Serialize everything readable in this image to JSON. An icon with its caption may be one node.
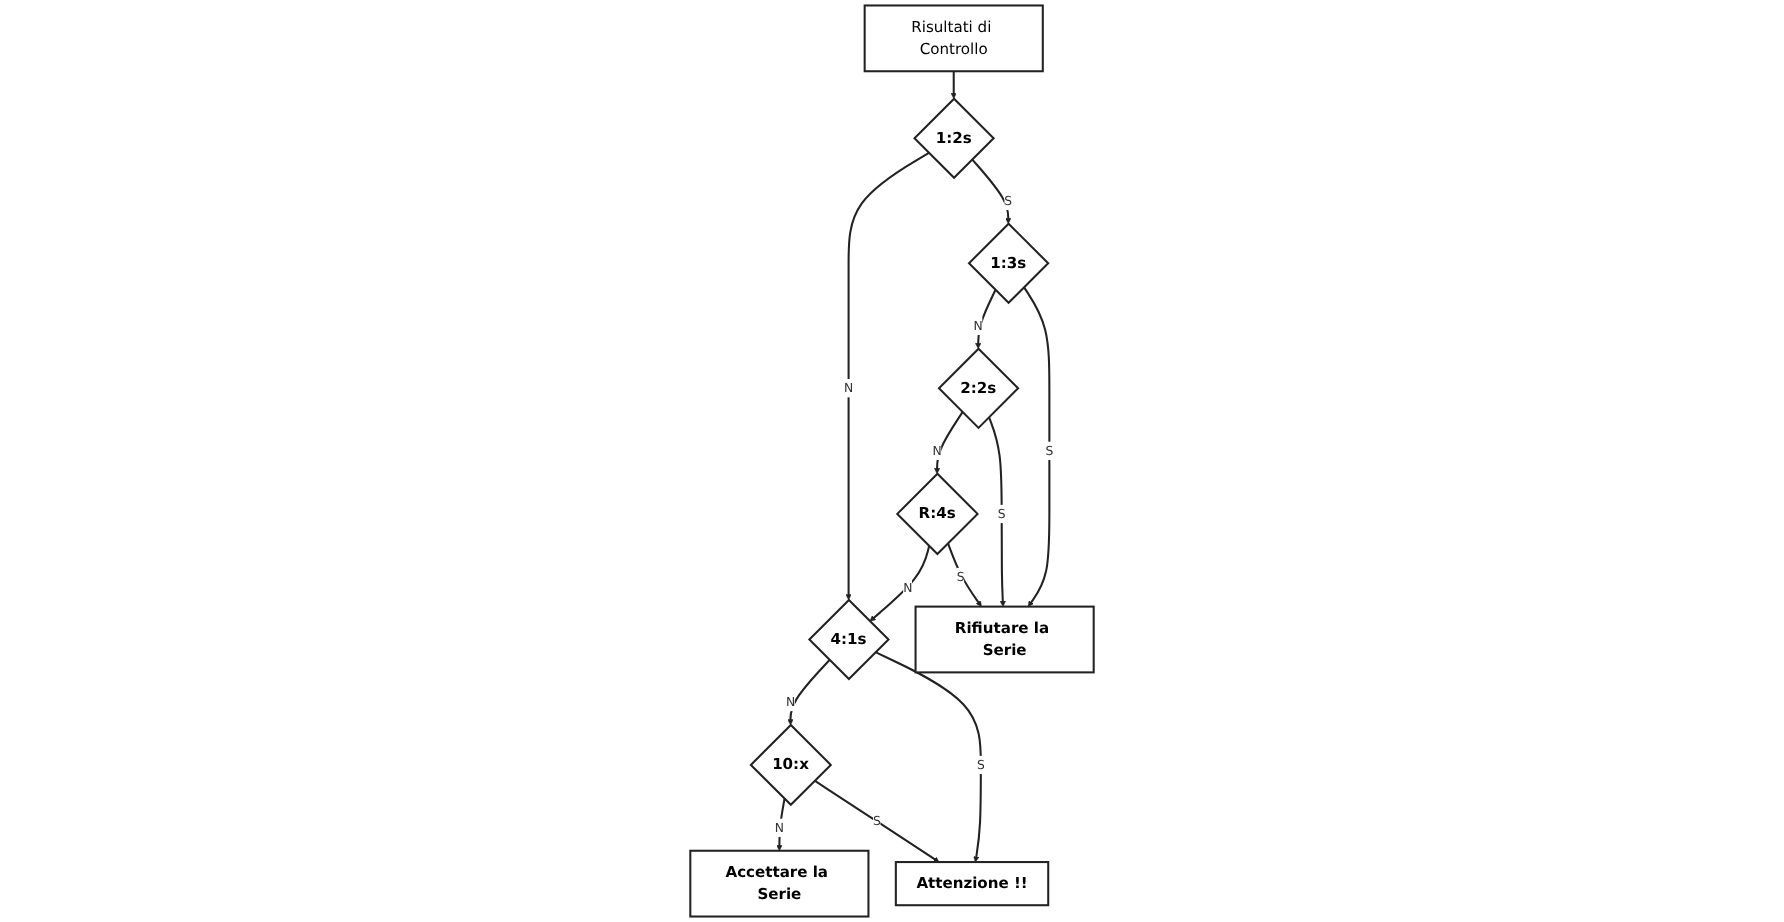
{
  "diagram": {
    "nodes": [
      {
        "text": [
          "Risultati di Controllo"
        ]
      },
      {
        "text": [
          "Accettare la Serie"
        ]
      },
      {
        "text": [
          "1:2s"
        ]
      },
      {
        "text": [
          "1:3s"
        ]
      },
      {
        "text": [
          "2:2s"
        ]
      },
      {
        "text": [
          "R:4s"
        ]
      },
      {
        "text": [
          "4:1s"
        ]
      },
      {
        "text": [
          "10:x"
        ]
      },
      {
        "text": [
          "Rifiutare la Serie"
        ]
      },
      {
        "text": [
          "Attenzione  !!"
        ]
      }
    ],
    "edges": [
      {
        "from": 0,
        "to": 2,
        "arrow": "to"
      },
      {
        "from": 2,
        "to": 6,
        "arrow": "to",
        "label": "N"
      },
      {
        "from": 2,
        "to": 3,
        "arrow": "to",
        "label": "S"
      },
      {
        "from": 3,
        "to": 4,
        "arrow": "to",
        "label": "N"
      },
      {
        "from": 3,
        "to": 8,
        "arrow": "to",
        "label": "S"
      },
      {
        "from": 4,
        "to": 5,
        "arrow": "to",
        "label": "N"
      },
      {
        "from": 4,
        "to": 8,
        "arrow": "to",
        "label": "S"
      },
      {
        "from": 5,
        "to": 6,
        "arrow": "to",
        "label": "N"
      },
      {
        "from": 5,
        "to": 8,
        "arrow": "to",
        "label": "S"
      },
      {
        "from": 6,
        "to": 7,
        "arrow": "to",
        "label": "N"
      },
      {
        "from": 6,
        "to": 9,
        "arrow": "to",
        "label": "S"
      },
      {
        "from": 7,
        "to": 1,
        "arrow": "to",
        "label": "N"
      },
      {
        "from": 7,
        "to": 9,
        "arrow": "to",
        "label": "S"
      }
    ]
  }
}
